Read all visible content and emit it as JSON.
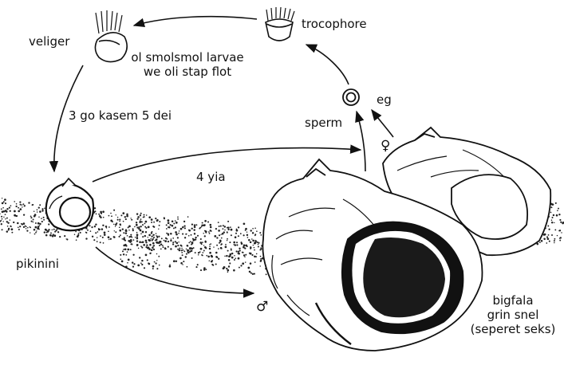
{
  "diagram": {
    "stages": {
      "veliger": "veliger",
      "veliger_note": [
        "ol smolsmol larvae",
        "we oli stap flot"
      ],
      "trocophore": "trocophore",
      "egg": "eg",
      "sperm": "sperm",
      "juvenile": "pikinini",
      "adult": [
        "bigfala",
        "grin snel",
        "(seperet seks)"
      ]
    },
    "durations": {
      "larval_days": "3 go kasem 5 dei",
      "growth_years": "4 yia"
    },
    "symbols": {
      "female": "♀",
      "male": "♂"
    }
  }
}
